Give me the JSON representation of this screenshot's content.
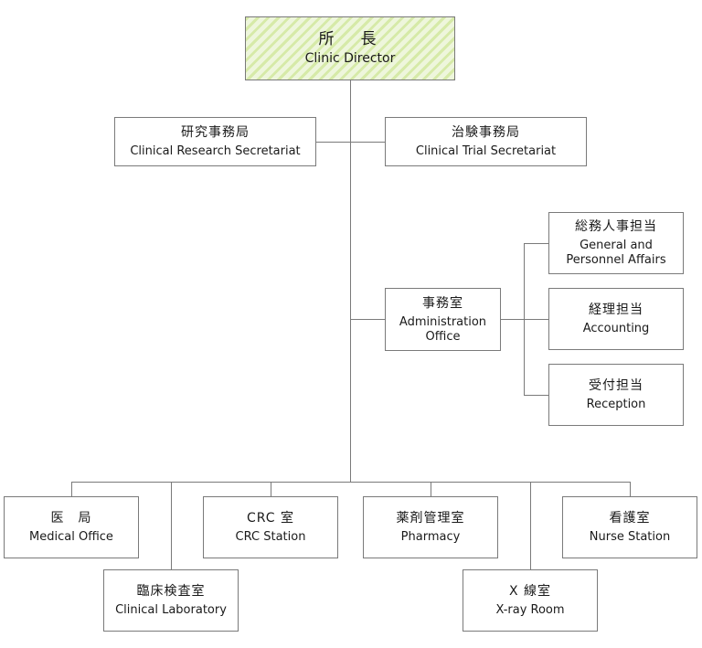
{
  "director": {
    "jp": "所　長",
    "en": "Clinic Director"
  },
  "research_secretariat": {
    "jp": "研究事務局",
    "en": "Clinical Research Secretariat"
  },
  "trial_secretariat": {
    "jp": "治験事務局",
    "en": "Clinical Trial Secretariat"
  },
  "administration": {
    "jp": "事務室",
    "en": "Administration Office"
  },
  "general_affairs": {
    "jp": "総務人事担当",
    "en": "General and Personnel Affairs"
  },
  "accounting": {
    "jp": "経理担当",
    "en": "Accounting"
  },
  "reception": {
    "jp": "受付担当",
    "en": "Reception"
  },
  "medical_office": {
    "jp": "医　局",
    "en": "Medical Office"
  },
  "clinical_laboratory": {
    "jp": "臨床検査室",
    "en": "Clinical Laboratory"
  },
  "crc_station": {
    "jp": "CRC 室",
    "en": "CRC Station"
  },
  "pharmacy": {
    "jp": "薬剤管理室",
    "en": "Pharmacy"
  },
  "xray_room": {
    "jp": "X 線室",
    "en": "X-ray Room"
  },
  "nurse_station": {
    "jp": "看護室",
    "en": "Nurse Station"
  },
  "colors": {
    "director_fill": "#e6f2cc",
    "director_stripe": "#d6eaa8",
    "line": "#7a7a7a",
    "border": "#7a7a7a"
  }
}
